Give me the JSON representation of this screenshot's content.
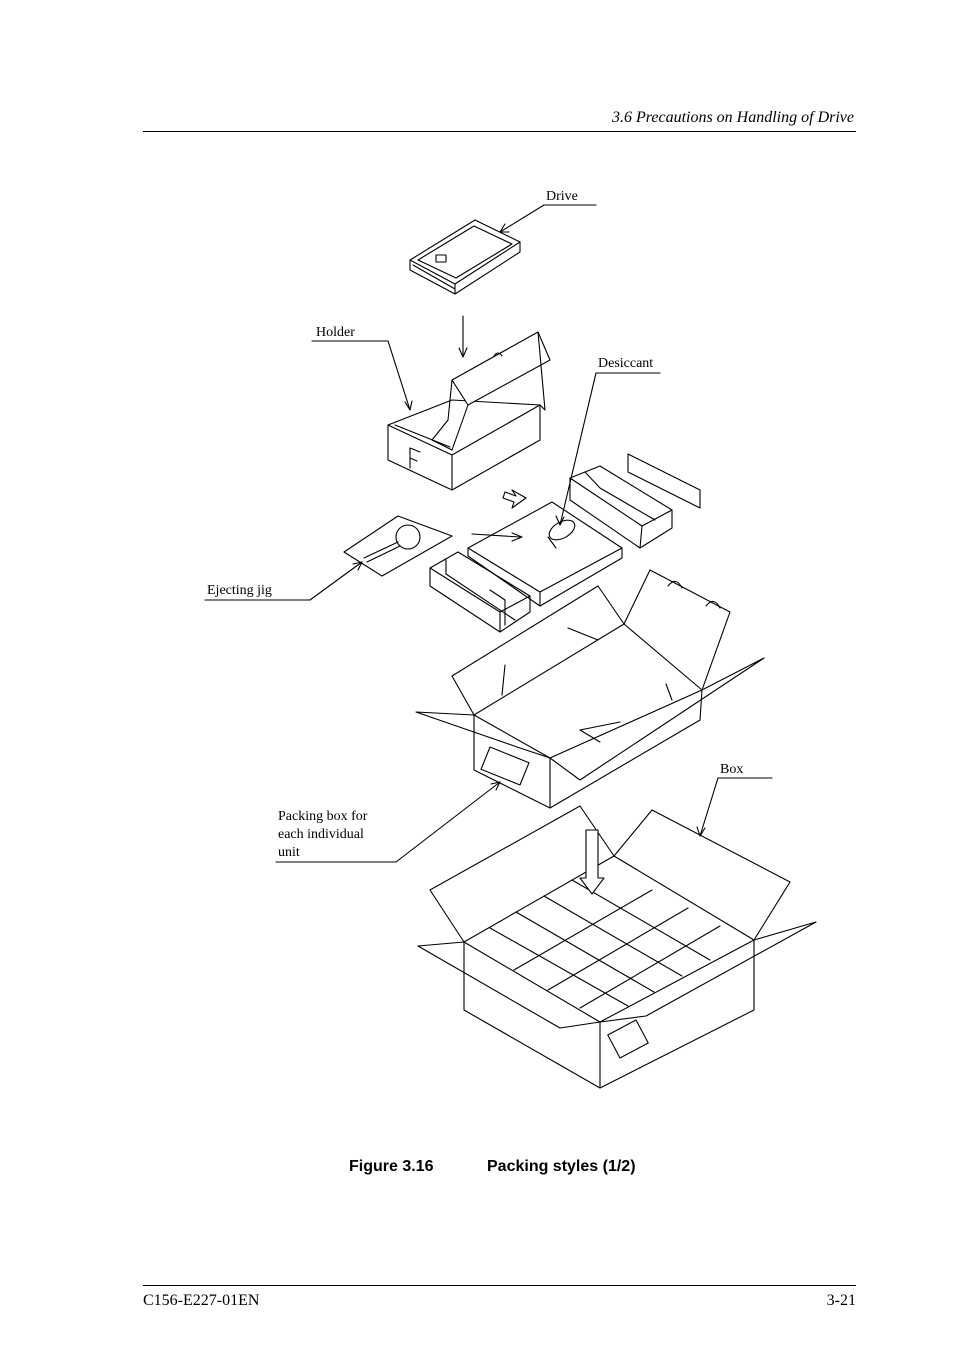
{
  "header": {
    "section_title": "3.6  Precautions on Handling of Drive"
  },
  "figure": {
    "labels": {
      "drive": "Drive",
      "holder": "Holder",
      "desiccant": "Desiccant",
      "ejecting_jig": "Ejecting jig",
      "box": "Box",
      "packing_box_line1": "Packing box for",
      "packing_box_line2": "each individual",
      "packing_box_line3": "unit"
    },
    "caption_number": "Figure 3.16",
    "caption_title": "Packing styles (1/2)"
  },
  "footer": {
    "doc_id": "C156-E227-01EN",
    "page_number": "3-21"
  }
}
